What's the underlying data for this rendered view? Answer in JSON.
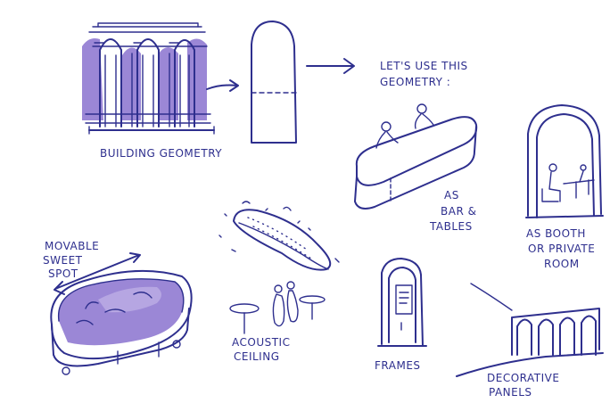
{
  "colors": {
    "ink": "#2e2f8e",
    "highlight": "#9b87d6",
    "background": "#ffffff"
  },
  "labels": {
    "building_geometry": "BUILDING GEOMETRY",
    "lets_use_line1": "LET'S USE THIS",
    "lets_use_line2": "GEOMETRY :",
    "bar_line1": "AS",
    "bar_line2": "BAR &",
    "bar_line3": "TABLES",
    "booth_line1": "AS BOOTH",
    "booth_line2": "OR PRIVATE",
    "booth_line3": "ROOM",
    "movable_line1": "MOVABLE",
    "movable_line2": "SWEET",
    "movable_line3": "SPOT",
    "acoustic_line1": "ACOUSTIC",
    "acoustic_line2": "CEILING",
    "frames": "FRAMES",
    "decorative_line1": "DECORATIVE",
    "decorative_line2": "PANELS"
  }
}
